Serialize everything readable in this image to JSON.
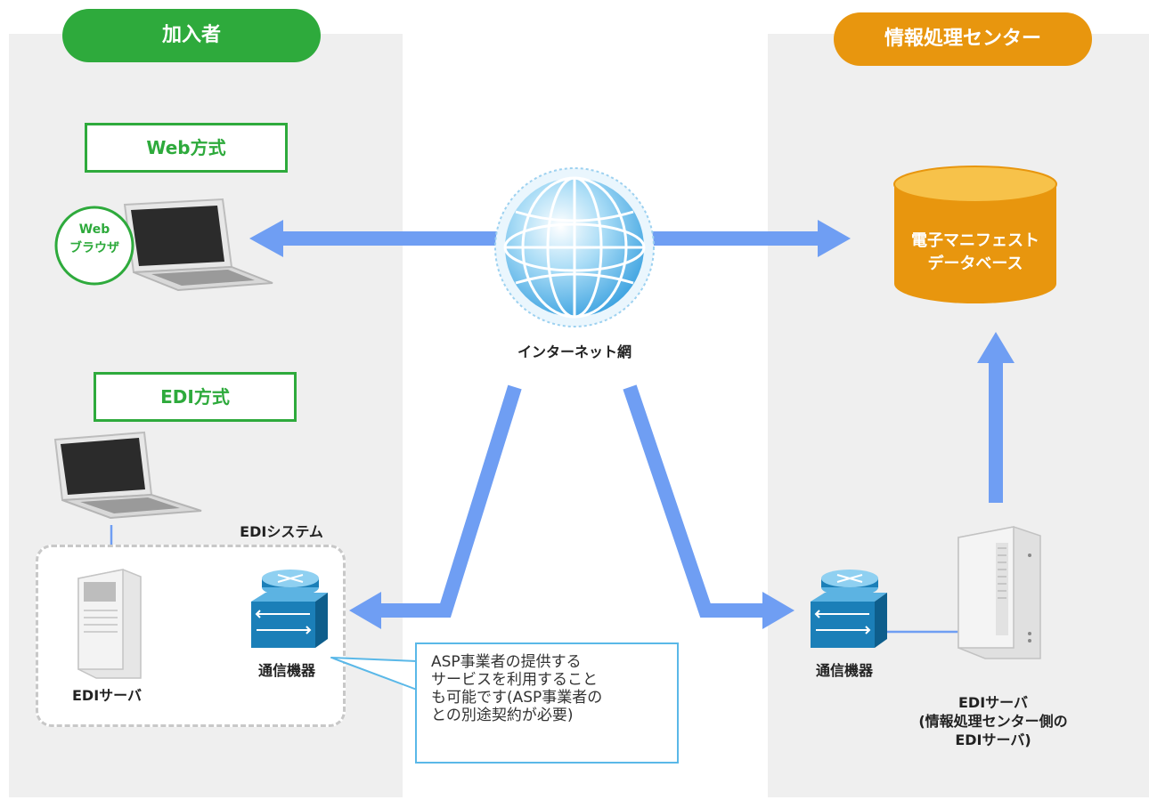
{
  "subscriber_label": "加入者",
  "center_label": "情報処理センター",
  "web_method": {
    "title": "Web方式",
    "browser_badge_line1": "Web",
    "browser_badge_line2": "ブラウザ"
  },
  "edi_method": {
    "title": "EDI方式",
    "system_label": "EDIシステム",
    "comm_device_label": "通信機器",
    "server_label": "EDIサーバ"
  },
  "internet_label": "インターネット網",
  "database": {
    "line1": "電子マニフェスト",
    "line2": "データベース"
  },
  "center_side": {
    "comm_device_label": "通信機器",
    "server_line1": "EDIサーバ",
    "server_line2": "(情報処理センター側の",
    "server_line3": "EDIサーバ)"
  },
  "note": {
    "line1": "ASP事業者の提供する",
    "line2": "サービスを利用すること",
    "line3": "も可能です(ASP事業者の",
    "line4": "との別途契約が必要)"
  },
  "colors": {
    "green": "#2eaa3c",
    "orange": "#e8960e",
    "arrow": "#6f9ef3",
    "panel": "#efefef",
    "note_border": "#5ab8e8"
  },
  "icons": [
    "laptop-icon",
    "globe-icon",
    "database-icon",
    "router-icon",
    "server-tower-icon"
  ]
}
